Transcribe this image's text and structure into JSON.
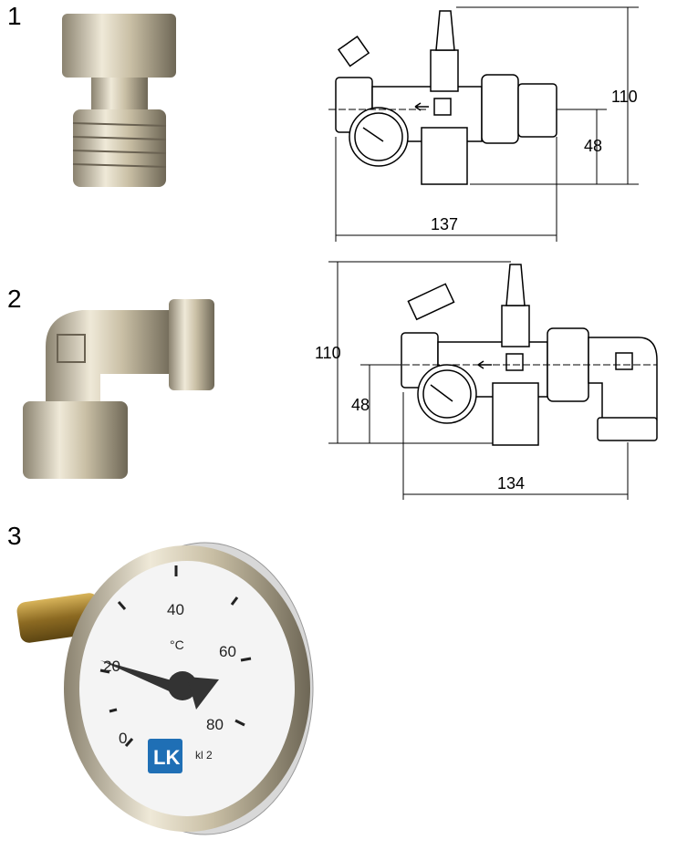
{
  "items": [
    {
      "number": "1",
      "dimensions": {
        "height": "110",
        "axis": "48",
        "width": "137"
      }
    },
    {
      "number": "2",
      "dimensions": {
        "height": "110",
        "axis": "48",
        "width": "134"
      }
    },
    {
      "number": "3"
    }
  ],
  "thermometer": {
    "scale": [
      "0",
      "20",
      "40",
      "60",
      "80"
    ],
    "unit": "°C",
    "class": "kl 2",
    "logo": "LK"
  },
  "colors": {
    "brass": "#c9b98f",
    "logo_blue": "#1f6fb5"
  }
}
